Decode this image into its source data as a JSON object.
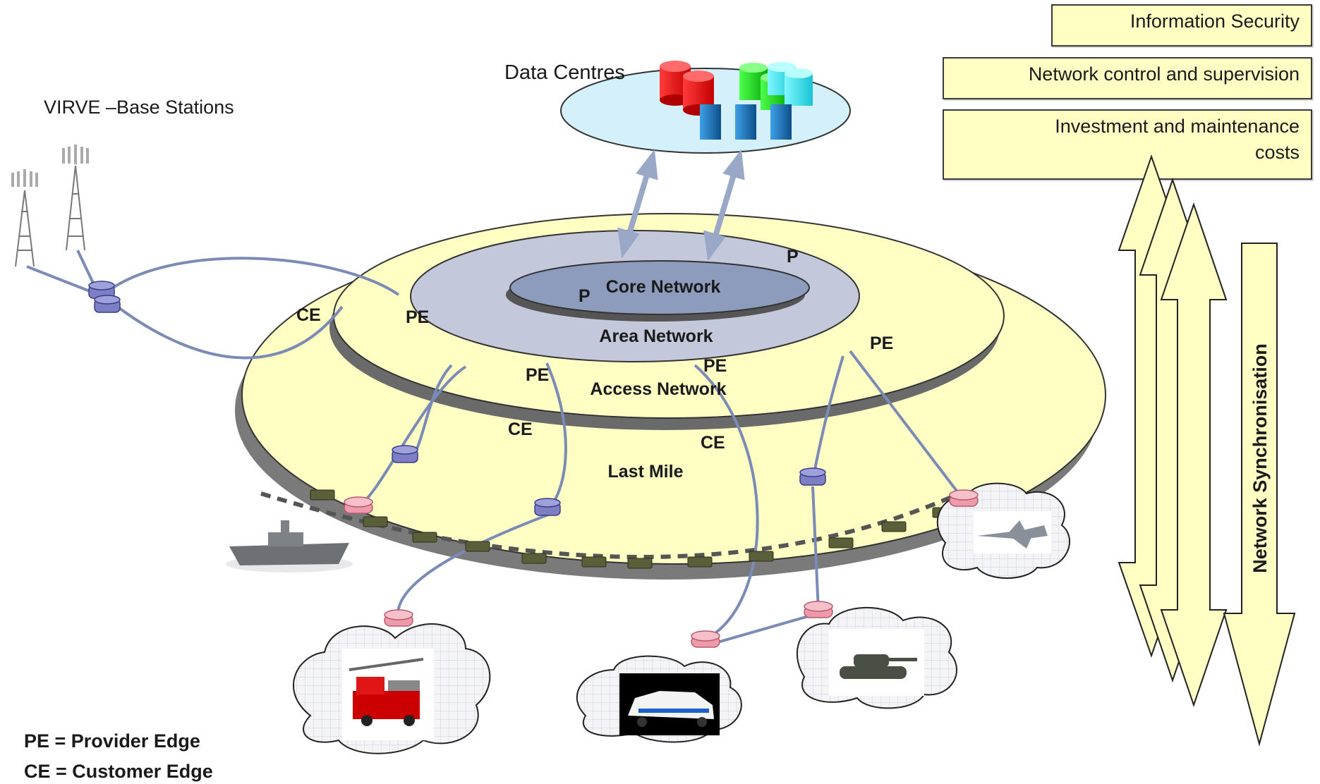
{
  "top_boxes": {
    "information_security": "Information Security",
    "network_control": "Network control and supervision",
    "investment_line1": "Investment and maintenance",
    "investment_line2": "costs"
  },
  "data_centres": "Data Centres",
  "base_stations": "VIRVE –Base Stations",
  "rings": {
    "core": "Core Network",
    "area": "Area Network",
    "access": "Access Network",
    "last_mile": "Last Mile"
  },
  "node_labels": {
    "p1": "P",
    "p2": "P",
    "pe_left": "PE",
    "pe_center_left": "PE",
    "pe_center": "PE",
    "pe_right": "PE",
    "ce_left": "CE",
    "ce_center_left": "CE",
    "ce_center": "CE"
  },
  "sync_arrow": "Network Synchronisation",
  "legend": {
    "pe": "PE = Provider Edge",
    "ce": "CE = Customer Edge"
  },
  "colors": {
    "ring_yellow": "#ffffc4",
    "area_blue": "#c3c9da",
    "core_blue": "#8d9bbd",
    "datacentre_blue": "#d4f0fb",
    "link_line": "#7a8cb5",
    "router_pink": "#ee9aaa",
    "switch_purple": "#7d7fc4"
  }
}
